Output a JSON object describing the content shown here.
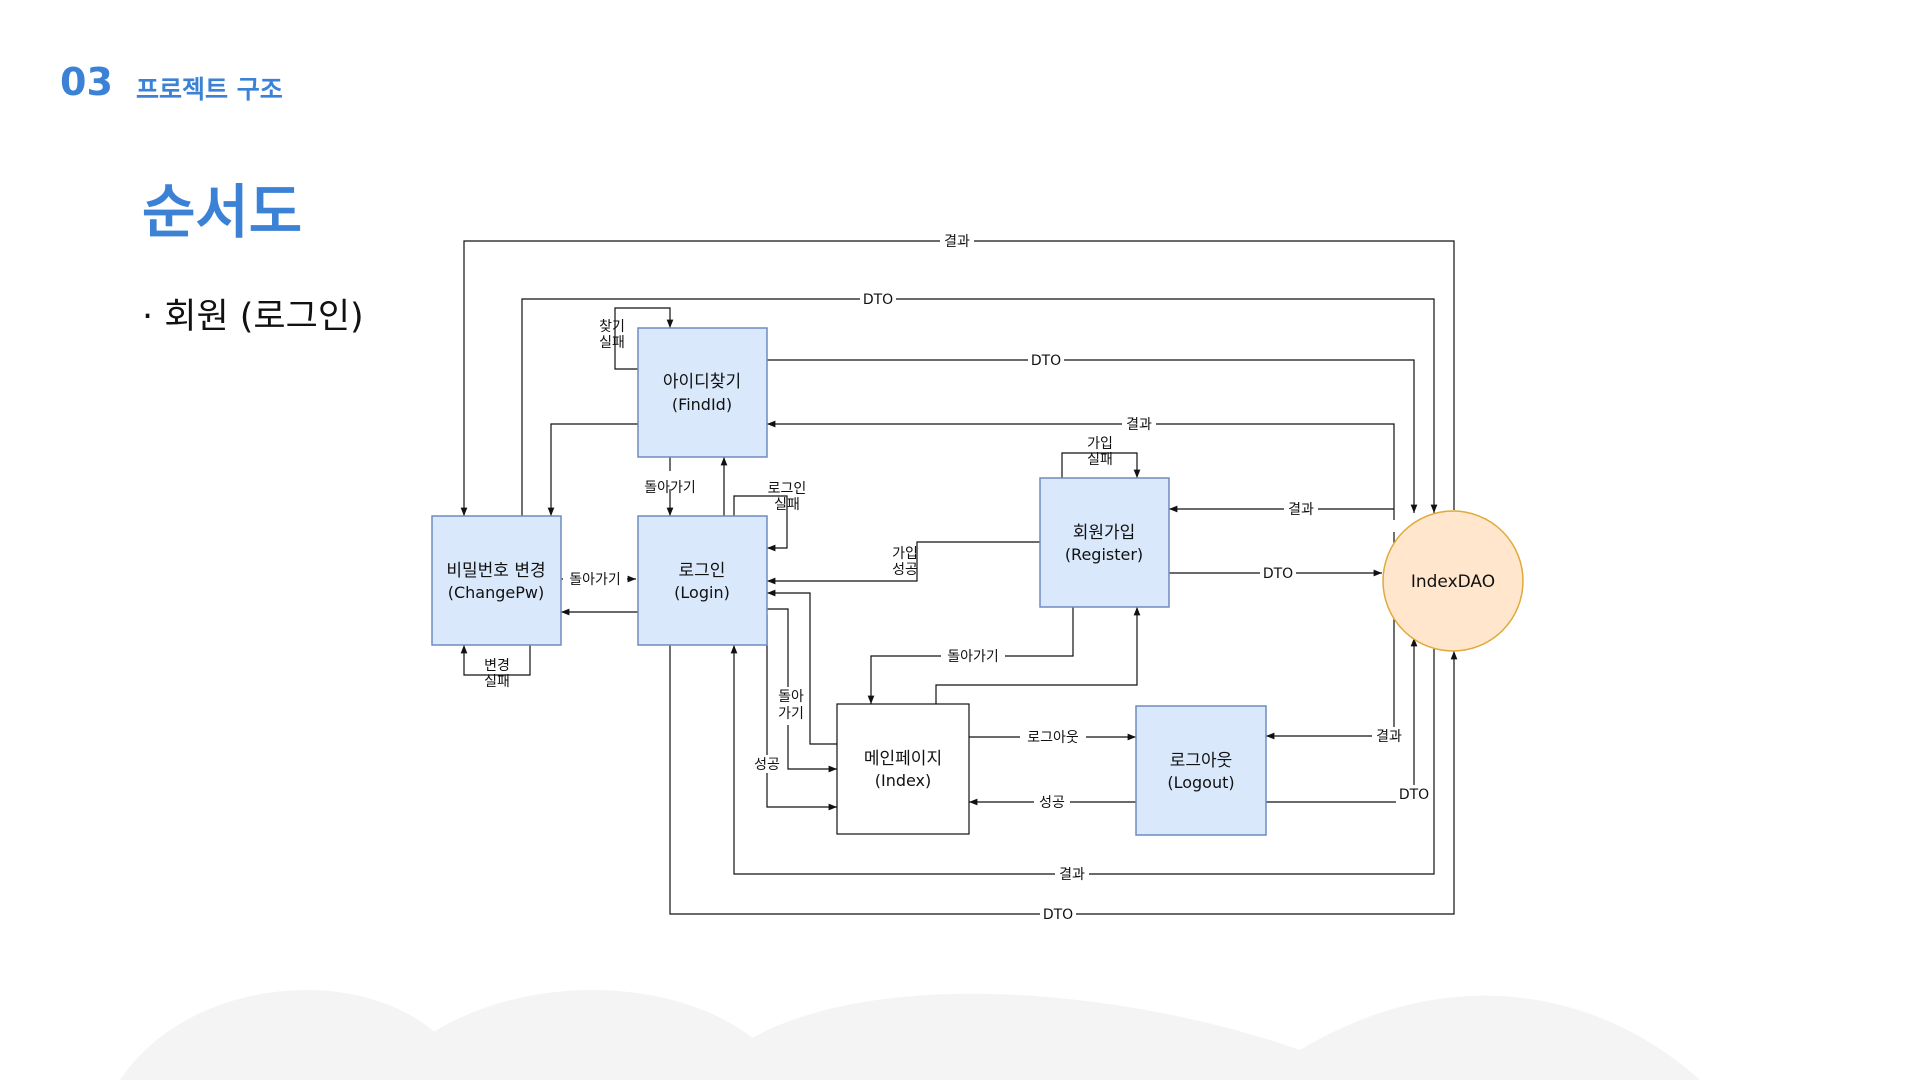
{
  "header": {
    "section_number": "03",
    "section_title": "프로젝트 구조",
    "page_title": "순서도",
    "bullet": "· 회원 (로그인)"
  },
  "colors": {
    "accent": "#3b82d6",
    "box_fill": "#dae8fc",
    "box_stroke": "#6c8ebf",
    "dao_fill": "#ffe6cc",
    "dao_stroke": "#e0a93a",
    "wave": "#f4f4f4"
  },
  "diagram": {
    "nodes": {
      "findid": {
        "title": "아이디찾기",
        "sub": "(FindId)"
      },
      "changepw": {
        "title": "비밀번호 변경",
        "sub": "(ChangePw)"
      },
      "login": {
        "title": "로그인",
        "sub": "(Login)"
      },
      "register": {
        "title": "회원가입",
        "sub": "(Register)"
      },
      "index": {
        "title": "메인페이지",
        "sub": "(Index)"
      },
      "logout": {
        "title": "로그아웃",
        "sub": "(Logout)"
      },
      "dao": {
        "title": "IndexDAO"
      }
    },
    "labels": {
      "result_top": "결과",
      "dto_top": "DTO",
      "find_fail_1": "찾기",
      "find_fail_2": "실패",
      "findid_dto": "DTO",
      "findid_result": "결과",
      "register_fail_1": "가입",
      "register_fail_2": "실패",
      "register_result": "결과",
      "back_findid": "돌아가기",
      "login_fail_1": "로그인",
      "login_fail_2": "실패",
      "register_success_1": "가입",
      "register_success_2": "성공",
      "register_dto": "DTO",
      "back_changepw": "돌아가기",
      "change_fail_1": "변경",
      "change_fail_2": "실패",
      "back_register": "돌아가기",
      "back_index_1": "돌아",
      "back_index_2": "가기",
      "login_success": "성공",
      "logout_action": "로그아웃",
      "logout_result": "결과",
      "logout_success": "성공",
      "logout_dto": "DTO",
      "login_result": "결과",
      "login_dto": "DTO"
    }
  }
}
